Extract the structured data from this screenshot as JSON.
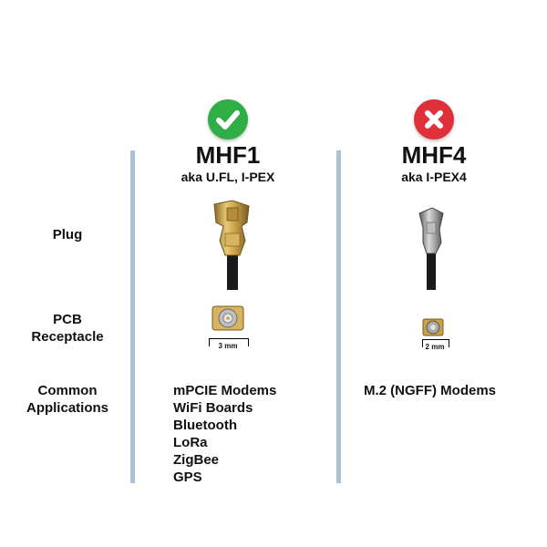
{
  "columns": [
    {
      "title": "MHF1",
      "subtitle": "aka U.FL, I-PEX",
      "status_icon": "check-circle-icon",
      "status_color": "#2eae44",
      "receptacle_size": "3 mm",
      "applications": [
        "mPCIE Modems",
        "WiFi Boards",
        "Bluetooth",
        "LoRa",
        "ZigBee",
        "GPS"
      ]
    },
    {
      "title": "MHF4",
      "subtitle": "aka I-PEX4",
      "status_icon": "x-circle-icon",
      "status_color": "#e0303a",
      "receptacle_size": "2 mm",
      "applications": [
        "M.2 (NGFF) Modems"
      ]
    }
  ],
  "rows": {
    "plug": "Plug",
    "pcb_line1": "PCB",
    "pcb_line2": "Receptacle",
    "apps_line1": "Common",
    "apps_line2": "Applications"
  },
  "colors": {
    "divider": "#a9c2d4",
    "gold": "#c9a24a",
    "silver": "#9a9a9a"
  }
}
